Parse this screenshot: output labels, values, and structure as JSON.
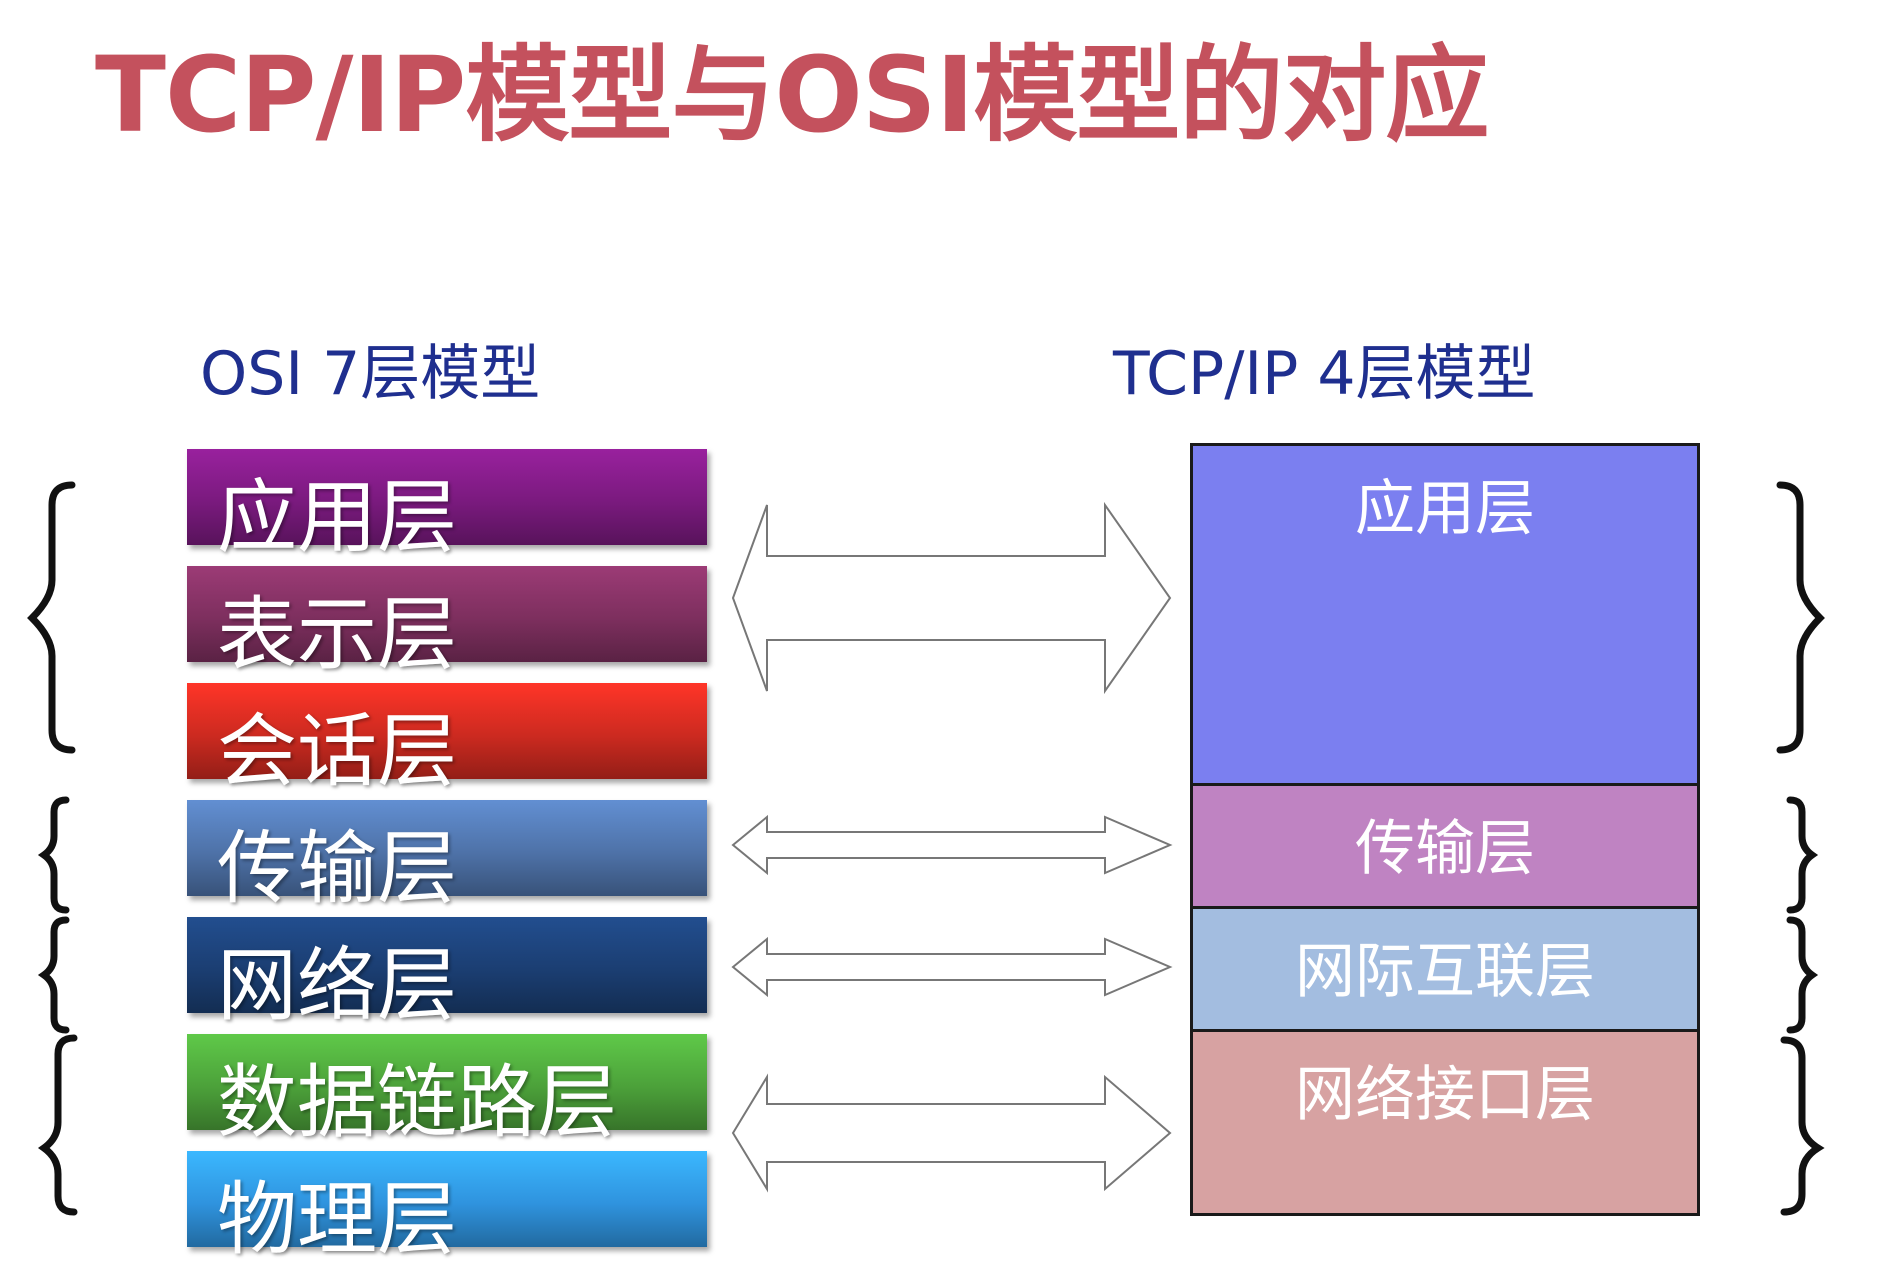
{
  "title": "TCP/IP模型与OSI模型的对应",
  "osi": {
    "heading": "OSI 7层模型",
    "layers": [
      {
        "label": "应用层",
        "color": "#7a1a7e"
      },
      {
        "label": "表示层",
        "color": "#7d2f5e"
      },
      {
        "label": "会话层",
        "color": "#cc2a20"
      },
      {
        "label": "传输层",
        "color": "#4e72a8"
      },
      {
        "label": "网络层",
        "color": "#1b3e72"
      },
      {
        "label": "数据链路层",
        "color": "#4ca13a"
      },
      {
        "label": "物理层",
        "color": "#2f93de"
      }
    ]
  },
  "tcpip": {
    "heading": "TCP/IP 4层模型",
    "layers": [
      {
        "label": "应用层",
        "color": "#7b7ff0"
      },
      {
        "label": "传输层",
        "color": "#bf83c2"
      },
      {
        "label": "网际互联层",
        "color": "#a3bde0"
      },
      {
        "label": "网络接口层",
        "color": "#d7a2a2"
      }
    ]
  },
  "colors": {
    "title": "#c4515d",
    "heading": "#1f2f8f"
  }
}
